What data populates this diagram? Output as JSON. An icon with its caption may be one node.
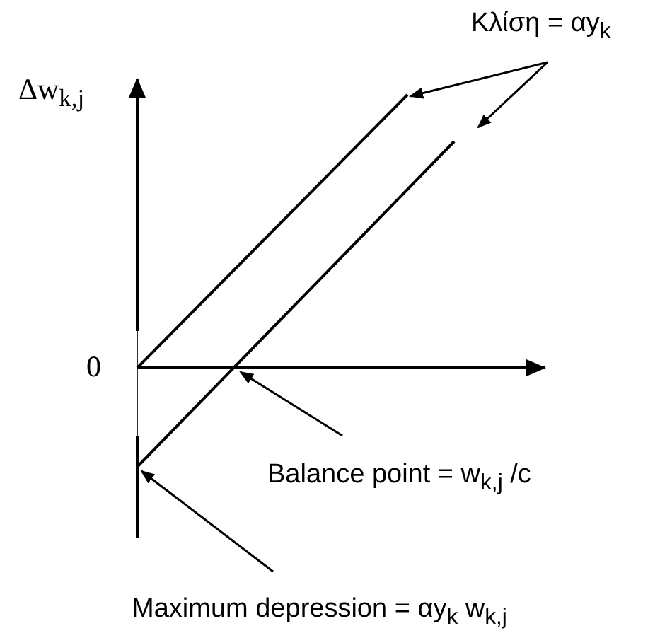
{
  "diagram": {
    "nodes": [
      {
        "text": [
          "Κλίση = αy$_{k}$"
        ]
      },
      {
        "text": [],
        "shape": "line"
      },
      {
        "text": [],
        "shape": "line"
      },
      {
        "text": [
          "Balance point = w$_{k,j}$ /c"
        ]
      },
      {
        "text": [
          "Maximum depression = αy$_{k}$ w$_{k,j}$"
        ]
      }
    ],
    "edges": [
      {
        "from": 0,
        "to": 1,
        "arrow": "to"
      },
      {
        "from": 0,
        "to": 2,
        "arrow": "to"
      },
      {
        "from": 3,
        "to": 2,
        "arrow": "to"
      },
      {
        "from": 4,
        "to": 2,
        "arrow": "to"
      }
    ],
    "labels": [
      "Δw$_{k,j}$",
      "0"
    ]
  }
}
